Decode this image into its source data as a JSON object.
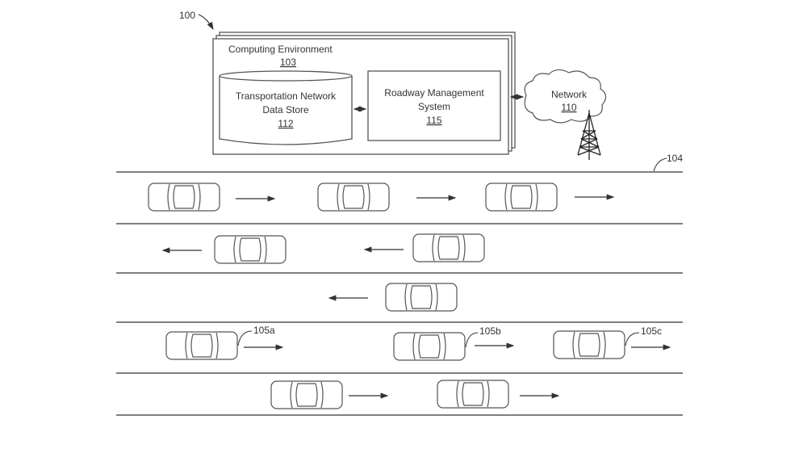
{
  "diagram": {
    "figure_ref": "100",
    "computing_environment": {
      "label": "Computing Environment",
      "ref": "103"
    },
    "data_store": {
      "label_line1": "Transportation Network",
      "label_line2": "Data Store",
      "ref": "112"
    },
    "roadway_system": {
      "label_line1": "Roadway Management",
      "label_line2": "System",
      "ref": "115"
    },
    "network": {
      "label": "Network",
      "ref": "110"
    },
    "roadway_ref": "104",
    "vehicle_refs": [
      "105a",
      "105b",
      "105c"
    ],
    "lanes": [
      {
        "direction": "right",
        "vehicle_count": 3
      },
      {
        "direction": "left",
        "vehicle_count": 2
      },
      {
        "direction": "left",
        "vehicle_count": 1
      },
      {
        "direction": "right",
        "vehicle_count": 3
      },
      {
        "direction": "right",
        "vehicle_count": 2
      }
    ]
  }
}
